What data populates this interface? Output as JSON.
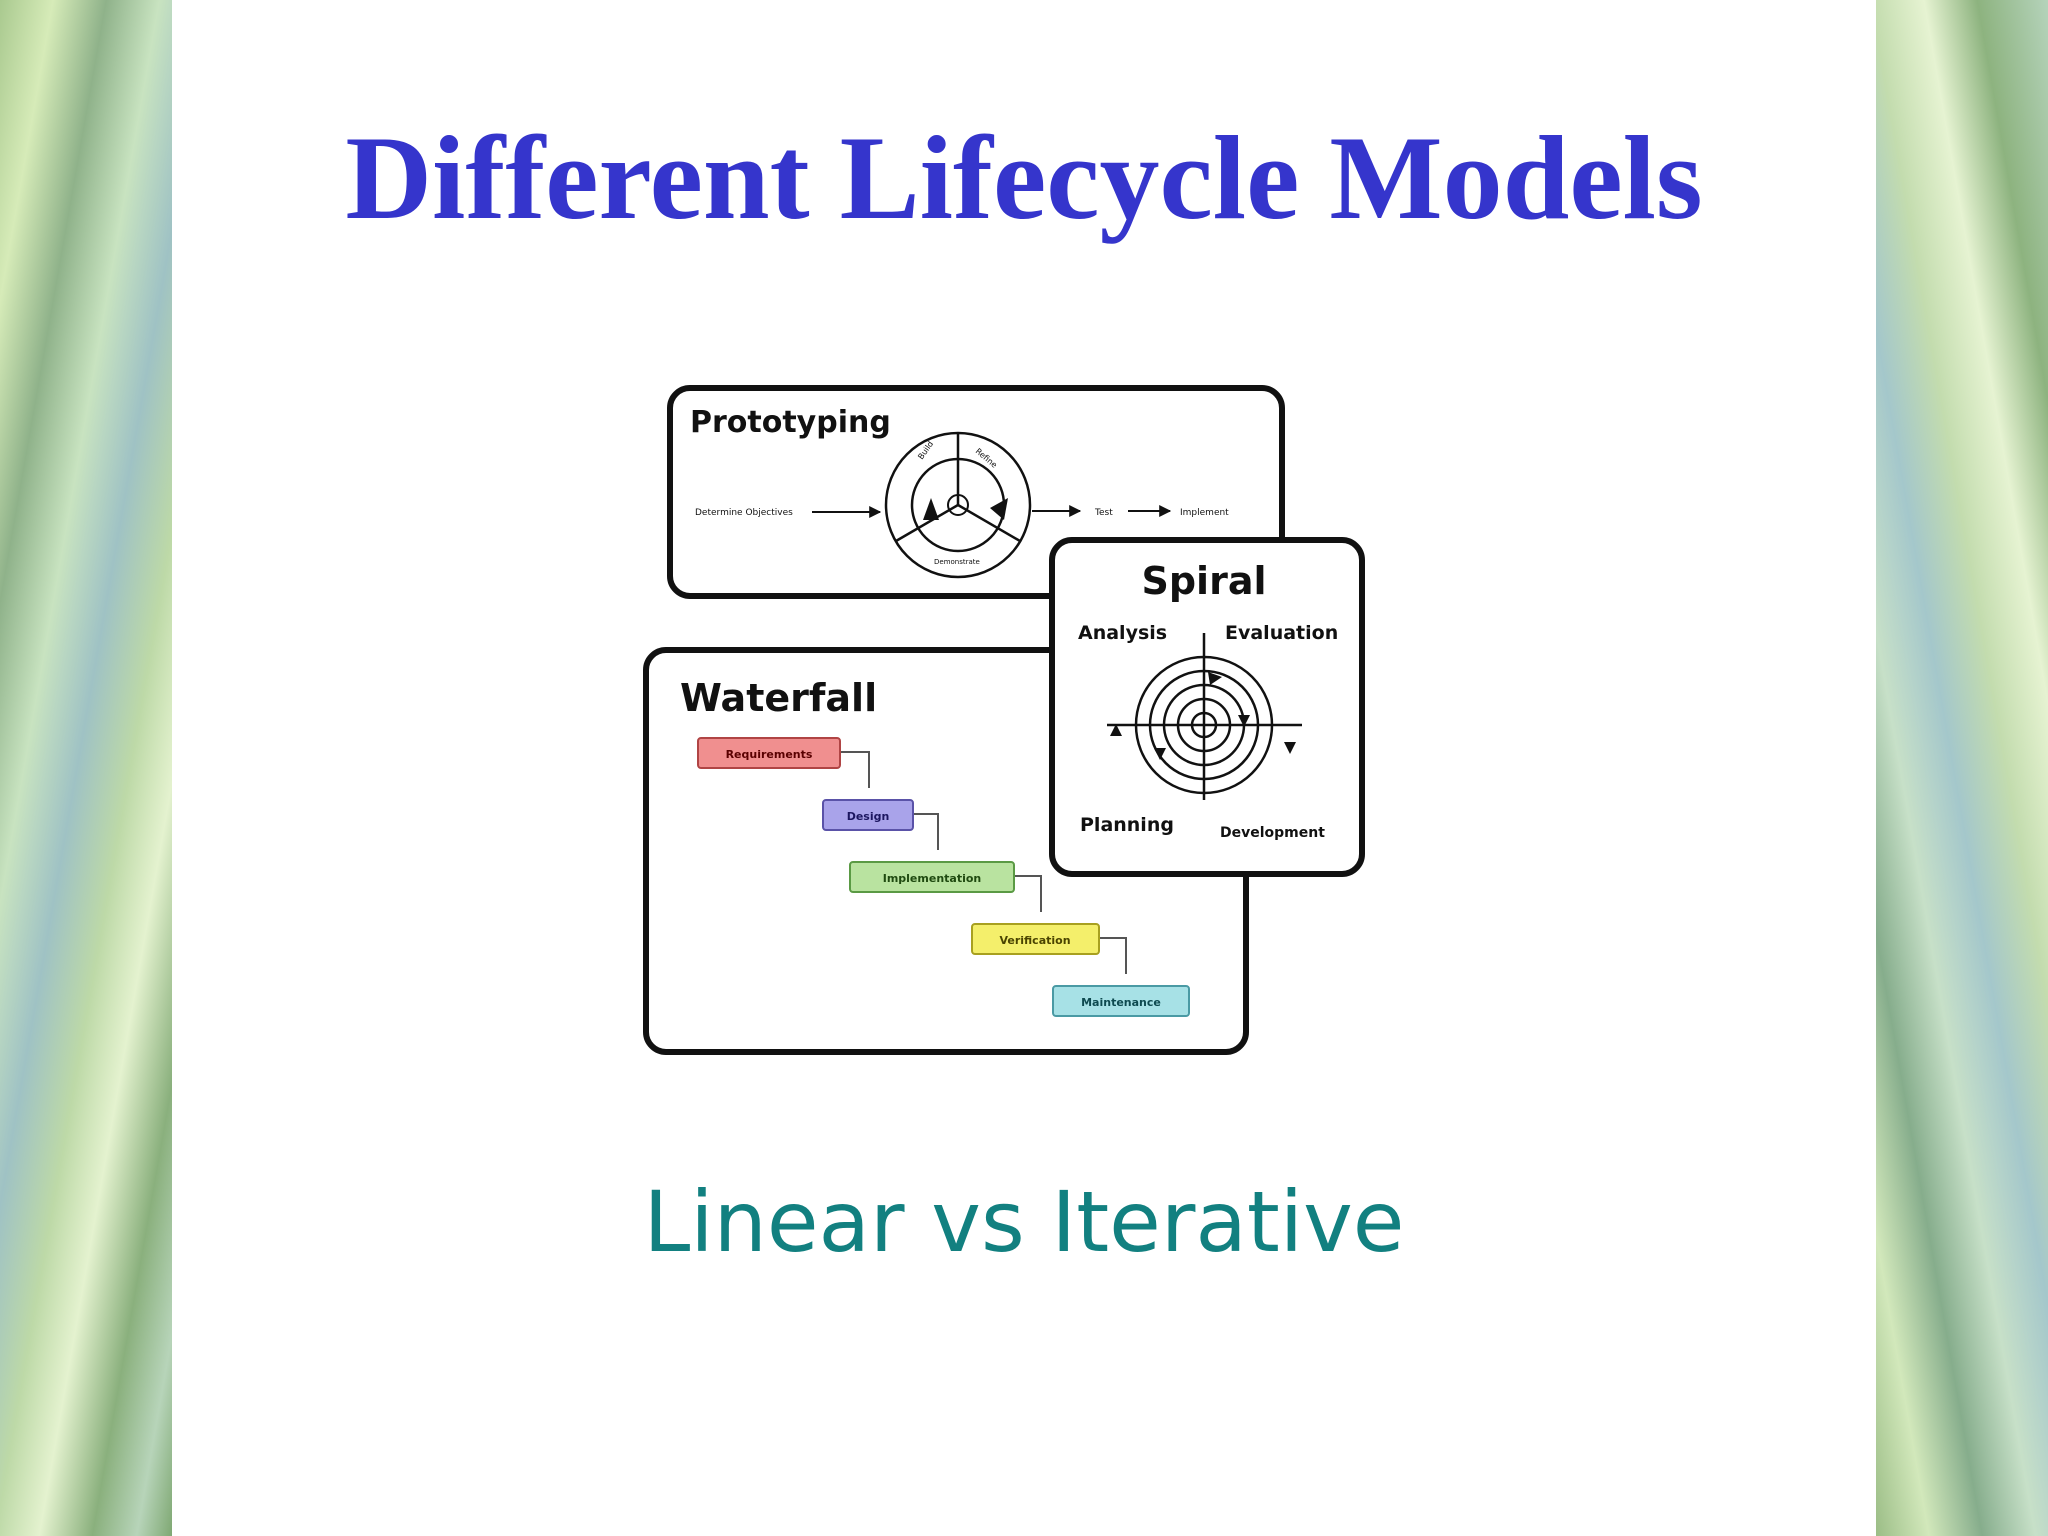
{
  "slide": {
    "title": "Different Lifecycle Models",
    "subtitle": "Linear vs Iterative"
  },
  "diagram": {
    "prototyping": {
      "title": "Prototyping",
      "start_label": "Determine Objectives",
      "cycle_labels": [
        "Build",
        "Refine",
        "Demonstrate"
      ],
      "end_labels": [
        "Test",
        "Implement"
      ]
    },
    "spiral": {
      "title": "Spiral",
      "quadrants": [
        "Analysis",
        "Evaluation",
        "Planning",
        "Development"
      ]
    },
    "waterfall": {
      "title": "Waterfall",
      "steps": [
        "Requirements",
        "Design",
        "Implementation",
        "Verification",
        "Maintenance"
      ],
      "step_colors": [
        "#f08f8f",
        "#a9a3ea",
        "#b9e3a0",
        "#f4ef6b",
        "#a7e1e6"
      ]
    }
  },
  "colors": {
    "title": "#3535cc",
    "subtitle": "#128080"
  }
}
